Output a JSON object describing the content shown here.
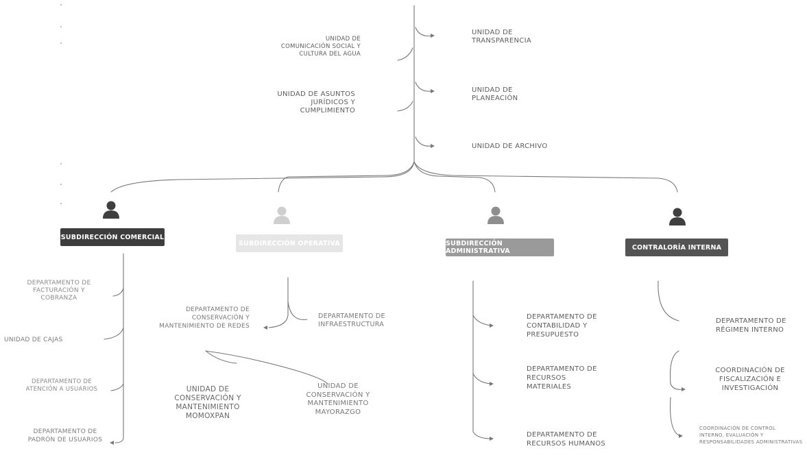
{
  "colors": {
    "line": "#777777",
    "box_comercial": "#3d3d3d",
    "box_operativa": "#e6e6e6",
    "box_administrativa": "#9a9a9a",
    "box_control": "#545454",
    "icon_dark": "#3f3f3f",
    "icon_light": "#cfcfcf",
    "icon_mid": "#8e8e8e"
  },
  "staff_units": {
    "left": [
      {
        "label": "UNIDAD DE\nCOMUNICACIÓN SOCIAL Y\nCULTURA DEL AGUA",
        "faint": false
      },
      {
        "label": "UNIDAD DE ASUNTOS\nJURÍDICOS Y\nCUMPLIMIENTO",
        "faint": false
      }
    ],
    "right": [
      {
        "label": "UNIDAD DE\nTRANSPARENCIA"
      },
      {
        "label": "UNIDAD DE\nPLANEACIÓN"
      },
      {
        "label": "UNIDAD DE ARCHIVO"
      }
    ]
  },
  "subdirections": [
    {
      "key": "comercial",
      "title": "SUBDIRECCIÓN COMERCIAL",
      "icon": "person-icon",
      "departments": [
        {
          "label": "DEPARTAMENTO DE\nFACTURACIÓN Y\nCOBRANZA"
        },
        {
          "label": "UNIDAD DE CAJAS"
        },
        {
          "label": "DEPARTAMENTO DE\nATENCIÓN A USUARIOS"
        },
        {
          "label": "DEPARTAMENTO DE\nPADRÓN DE USUARIOS"
        }
      ]
    },
    {
      "key": "operativa",
      "title": "SUBDIRECCIÓN OPERATIVA",
      "icon": "person-icon",
      "departments": [
        {
          "label": "DEPARTAMENTO DE\nCONSERVACIÓN Y\nMANTENIMIENTO DE REDES"
        },
        {
          "label": "DEPARTAMENTO DE\nINFRAESTRUCTURA"
        }
      ],
      "units": [
        {
          "label": "UNIDAD DE\nCONSERVACIÓN Y\nMANTENIMIENTO\nMOMOXPAN"
        },
        {
          "label": "UNIDAD DE\nCONSERVACIÓN Y\nMANTENIMIENTO\nMAYORAZGO"
        }
      ]
    },
    {
      "key": "administrativa",
      "title": "SUBDIRECCIÓN ADMINISTRATIVA",
      "icon": "person-icon",
      "departments": [
        {
          "label": "DEPARTAMENTO DE\nCONTABILIDAD Y\nPRESUPUESTO"
        },
        {
          "label": "DEPARTAMENTO DE\nRECURSOS\nMATERIALES"
        },
        {
          "label": "DEPARTAMENTO DE\nRECURSOS HUMANOS"
        }
      ]
    },
    {
      "key": "control",
      "title": "CONTRALORÍA INTERNA",
      "icon": "person-icon",
      "departments": [
        {
          "label": "DEPARTAMENTO DE\nRÉGIMEN INTERNO"
        },
        {
          "label": "COORDINACIÓN DE\nFISCALIZACIÓN E\nINVESTIGACIÓN"
        },
        {
          "label": "COORDINACIÓN DE CONTROL\nINTERNO, EVALUACIÓN Y\nRESPONSABILIDADES ADMINISTRATIVAS"
        }
      ]
    }
  ]
}
